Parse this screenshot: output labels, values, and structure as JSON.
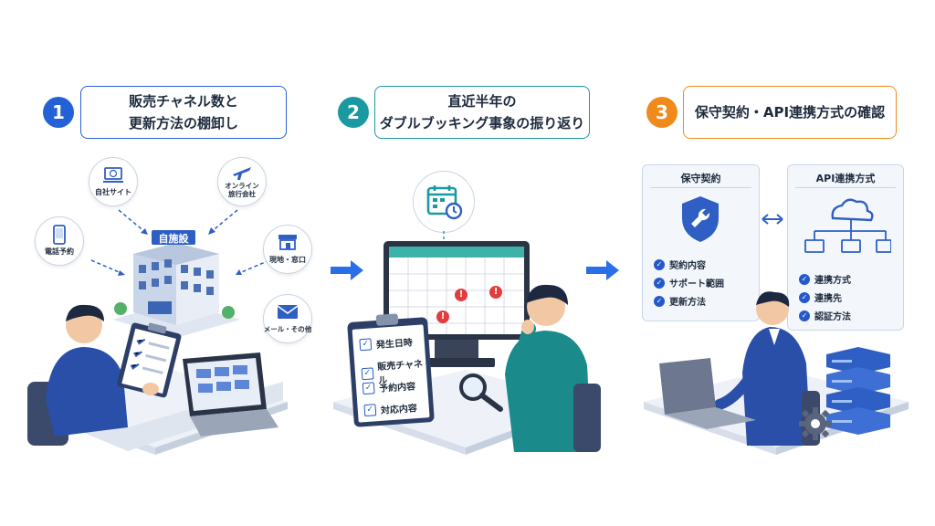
{
  "steps": [
    {
      "number": "1",
      "title": "販売チャネル数と\n更新方法の棚卸し",
      "color": "#2460d6"
    },
    {
      "number": "2",
      "title": "直近半年の\nダブルブッキング事象の振り返り",
      "color": "#1a9aa0"
    },
    {
      "number": "3",
      "title": "保守契約・API連携方式の確認",
      "color": "#f08a1c"
    }
  ],
  "panel1": {
    "facility_sign": "自施設",
    "channels": {
      "website": "自社サイト",
      "ota": "オンライン\n旅行会社",
      "phone": "電話予約",
      "counter": "現地・窓口",
      "mail": "メール・その他"
    },
    "icons": [
      "laptop-icon",
      "airplane-icon",
      "phone-icon",
      "shop-icon",
      "mail-icon"
    ]
  },
  "panel2": {
    "checklist": [
      "発生日時",
      "販売チャネル",
      "予約内容",
      "対応内容"
    ]
  },
  "panel3": {
    "contract": {
      "title": "保守契約",
      "items": [
        "契約内容",
        "サポート範囲",
        "更新方法"
      ]
    },
    "api": {
      "title": "API連携方式",
      "items": [
        "連携方式",
        "連携先",
        "認証方法"
      ]
    }
  },
  "colors": {
    "blue": "#2460d6",
    "teal": "#1a9aa0",
    "orange": "#f08a1c",
    "alert_red": "#e23c3c"
  }
}
